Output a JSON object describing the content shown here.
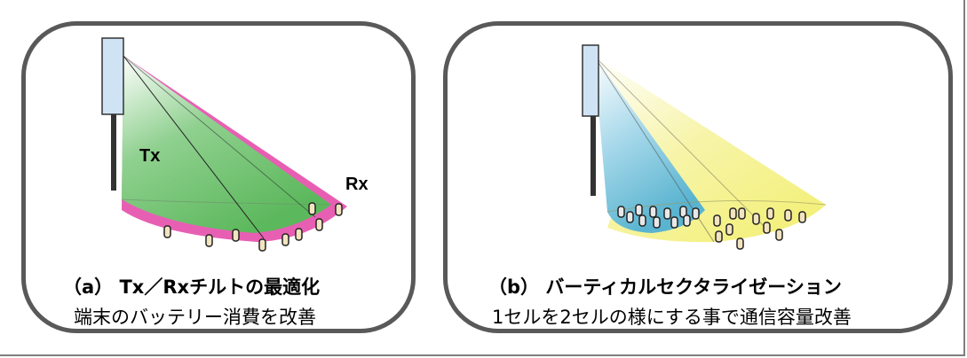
{
  "panel_a": {
    "tx_label": "Tx",
    "rx_label": "Rx",
    "title": "（a） Tx／Rxチルトの最適化",
    "subtitle": "端末のバッテリー消費を改善"
  },
  "panel_b": {
    "title": "（b） バーティカルセクタライゼーション",
    "subtitle": "1セルを2セルの様にする事で通信容量改善"
  },
  "colors": {
    "frame_border": "#595959",
    "tx_beam": "#5cb85c",
    "rx_beam": "#e75fb3",
    "inner_sector": "#5ab4d0",
    "outer_sector": "#f3f07a",
    "antenna": "#cfe3f5"
  }
}
